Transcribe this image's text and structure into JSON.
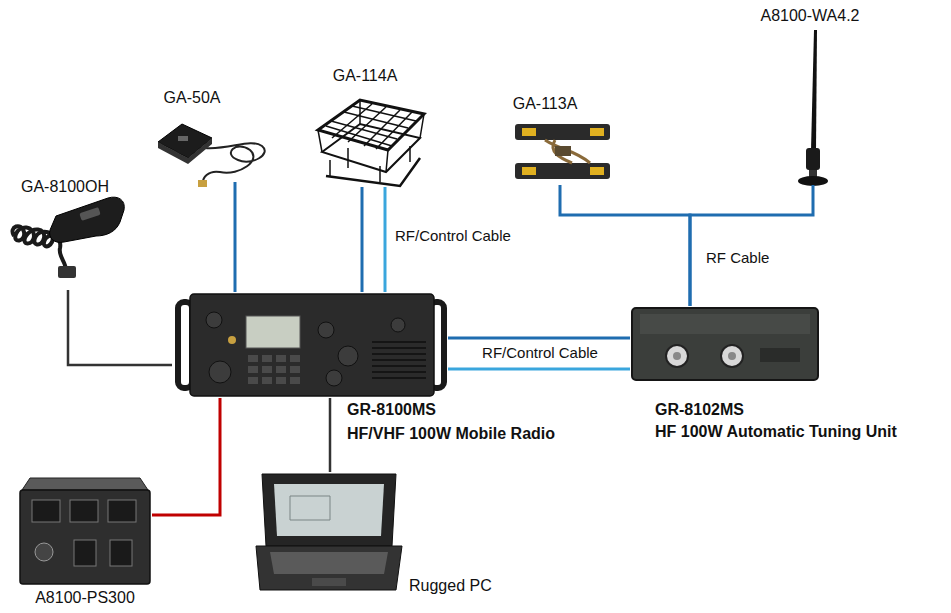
{
  "diagram": {
    "nodes": [
      {
        "text": [
          "GA-50A"
        ]
      },
      {
        "text": [
          "GA-114A"
        ]
      },
      {
        "text": [
          "GA-113A"
        ]
      },
      {
        "text": [
          "A8100-WA4.2"
        ]
      },
      {
        "text": [
          "GA-8100OH"
        ]
      },
      {
        "text": [
          "GR-8100MS",
          "HF/VHF 100W Mobile Radio"
        ]
      },
      {
        "text": [
          "GR-8102MS",
          "HF 100W Automatic Tuning Unit"
        ]
      },
      {
        "text": [
          "Rugged PC"
        ]
      },
      {
        "text": [
          "A8100-PS300"
        ]
      }
    ],
    "edges": [
      {
        "from": 0,
        "to": 5,
        "arrow": "none"
      },
      {
        "from": 1,
        "to": 5,
        "arrow": "none"
      },
      {
        "from": 1,
        "to": 5,
        "arrow": "none",
        "label": "RF/Control Cable"
      },
      {
        "from": 2,
        "to": 6,
        "arrow": "none"
      },
      {
        "from": 3,
        "to": 6,
        "arrow": "none",
        "label": "RF Cable"
      },
      {
        "from": 4,
        "to": 5,
        "arrow": "none"
      },
      {
        "from": 5,
        "to": 6,
        "arrow": "none",
        "label": "RF/Control Cable"
      },
      {
        "from": 5,
        "to": 6,
        "arrow": "none"
      },
      {
        "from": 5,
        "to": 8,
        "arrow": "none"
      },
      {
        "from": 5,
        "to": 7,
        "arrow": "none"
      }
    ]
  }
}
